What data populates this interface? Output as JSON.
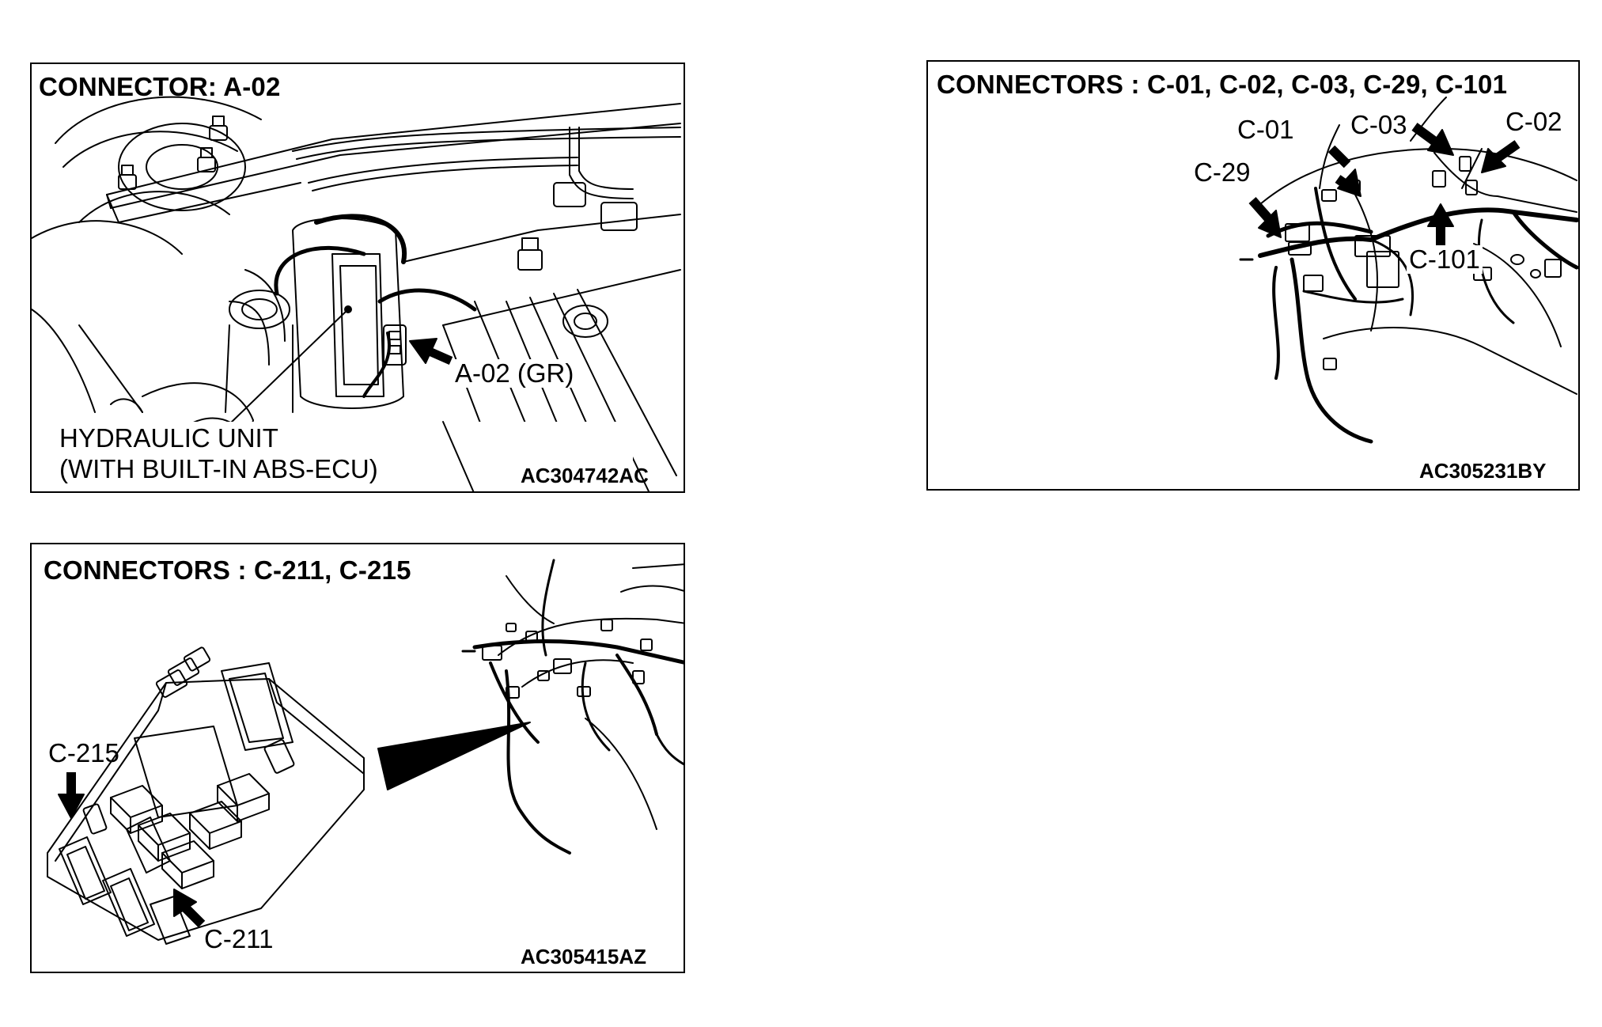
{
  "panels": {
    "a02": {
      "title": "CONNECTOR: A-02",
      "code": "AC304742AC",
      "labels": {
        "connector": "A-02 (GR)",
        "unit_line1": "HYDRAULIC UNIT",
        "unit_line2": "(WITH BUILT-IN ABS-ECU)"
      }
    },
    "c01": {
      "title": "CONNECTORS : C-01, C-02, C-03, C-29, C-101",
      "code": "AC305231BY",
      "labels": {
        "c01": "C-01",
        "c03": "C-03",
        "c02": "C-02",
        "c29": "C-29",
        "c101": "C-101"
      }
    },
    "c211": {
      "title": "CONNECTORS : C-211, C-215",
      "code": "AC305415AZ",
      "labels": {
        "c215": "C-215",
        "c211": "C-211"
      }
    }
  }
}
